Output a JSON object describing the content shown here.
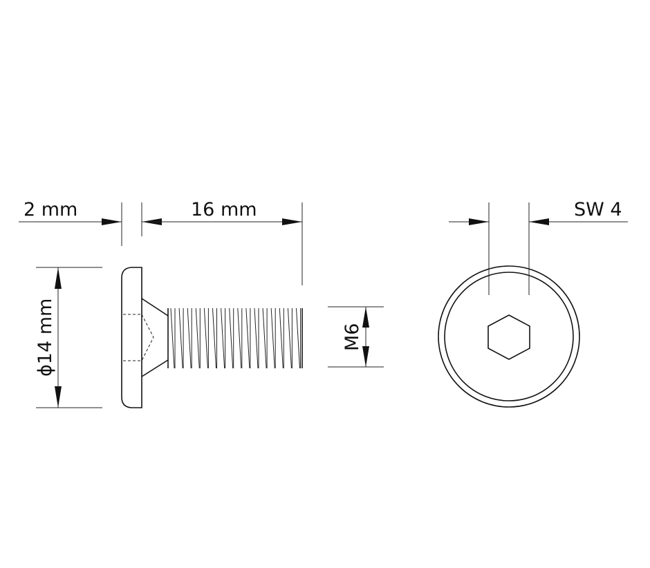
{
  "dimensions": {
    "head_height": "2 mm",
    "shank_length": "16 mm",
    "head_diameter": "ϕ14 mm",
    "thread": "M6",
    "socket": "SW 4"
  }
}
